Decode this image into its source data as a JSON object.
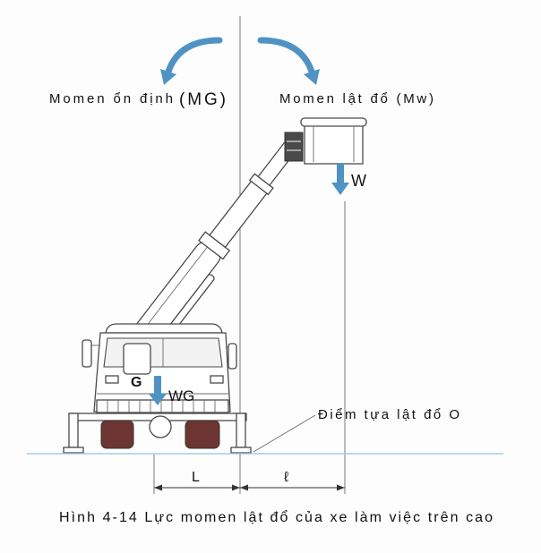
{
  "labels": {
    "stabilizing_moment": "Momen ổn định",
    "stabilizing_symbol": "(MG)",
    "overturning_moment": "Momen lật đổ (Mw)",
    "load_weight": "W",
    "center_of_gravity": "G",
    "vehicle_weight": "WG",
    "tipping_point": "Điểm tựa lật đổ O",
    "distance_L": "L",
    "distance_l": "ℓ"
  },
  "caption": "Hình 4-14 Lực momen lật đổ của xe làm việc trên cao",
  "colors": {
    "arrow": "#4f93c4",
    "ground": "#a3cde0",
    "tire": "#6d3532",
    "bracket": "#4a4a4a"
  }
}
